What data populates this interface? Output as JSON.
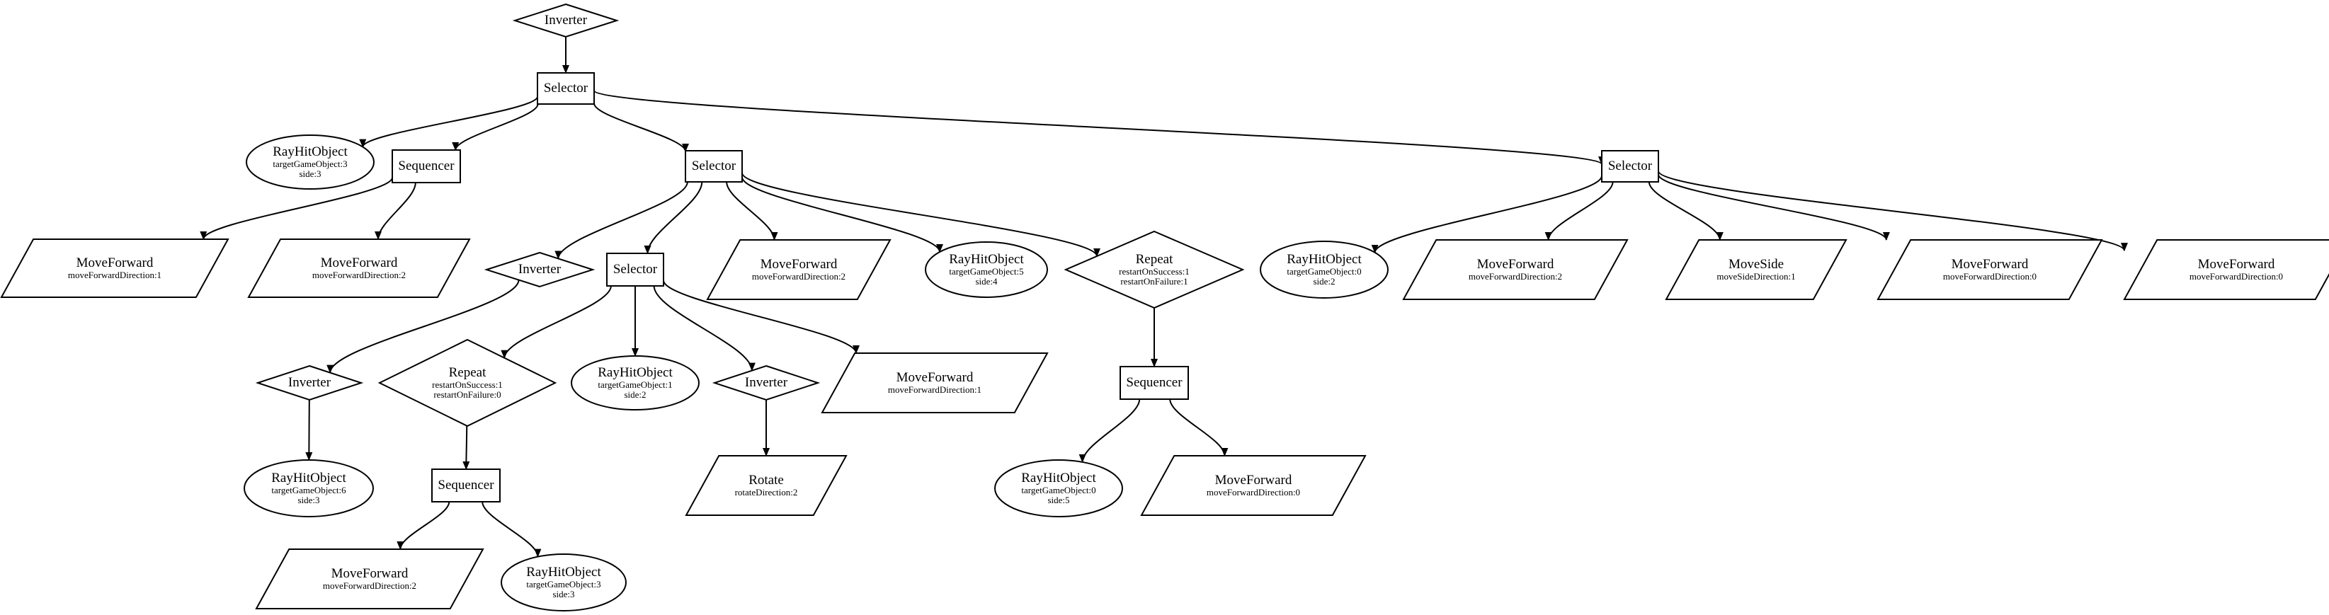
{
  "nodes": {
    "n1": {
      "title": "Inverter",
      "params": []
    },
    "n2": {
      "title": "Selector",
      "params": []
    },
    "n3": {
      "title": "RayHitObject",
      "params": [
        "targetGameObject:3",
        "side:3"
      ]
    },
    "n4": {
      "title": "Sequencer",
      "params": []
    },
    "n5": {
      "title": "MoveForward",
      "params": [
        "moveForwardDirection:1"
      ]
    },
    "n6": {
      "title": "MoveForward",
      "params": [
        "moveForwardDirection:2"
      ]
    },
    "n7": {
      "title": "Selector",
      "params": []
    },
    "n8": {
      "title": "Inverter",
      "params": []
    },
    "n9": {
      "title": "Inverter",
      "params": []
    },
    "n10": {
      "title": "RayHitObject",
      "params": [
        "targetGameObject:6",
        "side:3"
      ]
    },
    "n11": {
      "title": "Selector",
      "params": []
    },
    "n12": {
      "title": "Repeat",
      "params": [
        "restartOnSuccess:1",
        "restartOnFailure:0"
      ]
    },
    "n13": {
      "title": "Sequencer",
      "params": []
    },
    "n14": {
      "title": "MoveForward",
      "params": [
        "moveForwardDirection:2"
      ]
    },
    "n15": {
      "title": "RayHitObject",
      "params": [
        "targetGameObject:3",
        "side:3"
      ]
    },
    "n16": {
      "title": "RayHitObject",
      "params": [
        "targetGameObject:1",
        "side:2"
      ]
    },
    "n17": {
      "title": "Inverter",
      "params": []
    },
    "n18": {
      "title": "Rotate",
      "params": [
        "rotateDirection:2"
      ]
    },
    "n19": {
      "title": "MoveForward",
      "params": [
        "moveForwardDirection:1"
      ]
    },
    "n20": {
      "title": "MoveForward",
      "params": [
        "moveForwardDirection:2"
      ]
    },
    "n21": {
      "title": "RayHitObject",
      "params": [
        "targetGameObject:5",
        "side:4"
      ]
    },
    "n22": {
      "title": "Repeat",
      "params": [
        "restartOnSuccess:1",
        "restartOnFailure:1"
      ]
    },
    "n23": {
      "title": "Sequencer",
      "params": []
    },
    "n24": {
      "title": "RayHitObject",
      "params": [
        "targetGameObject:0",
        "side:5"
      ]
    },
    "n25": {
      "title": "MoveForward",
      "params": [
        "moveForwardDirection:0"
      ]
    },
    "n26": {
      "title": "Selector",
      "params": []
    },
    "n27": {
      "title": "RayHitObject",
      "params": [
        "targetGameObject:0",
        "side:2"
      ]
    },
    "n28": {
      "title": "MoveForward",
      "params": [
        "moveForwardDirection:2"
      ]
    },
    "n29": {
      "title": "MoveSide",
      "params": [
        "moveSideDirection:1"
      ]
    },
    "n30": {
      "title": "MoveForward",
      "params": [
        "moveForwardDirection:0"
      ]
    },
    "n31": {
      "title": "MoveForward",
      "params": [
        "moveForwardDirection:0"
      ]
    }
  },
  "edges": [
    [
      "n1",
      "n2"
    ],
    [
      "n2",
      "n3"
    ],
    [
      "n2",
      "n4"
    ],
    [
      "n2",
      "n7"
    ],
    [
      "n2",
      "n26"
    ],
    [
      "n4",
      "n5"
    ],
    [
      "n4",
      "n6"
    ],
    [
      "n7",
      "n8"
    ],
    [
      "n7",
      "n11"
    ],
    [
      "n7",
      "n20"
    ],
    [
      "n7",
      "n21"
    ],
    [
      "n7",
      "n22"
    ],
    [
      "n8",
      "n9"
    ],
    [
      "n9",
      "n10"
    ],
    [
      "n11",
      "n12"
    ],
    [
      "n11",
      "n16"
    ],
    [
      "n11",
      "n17"
    ],
    [
      "n11",
      "n19"
    ],
    [
      "n12",
      "n13"
    ],
    [
      "n13",
      "n14"
    ],
    [
      "n13",
      "n15"
    ],
    [
      "n17",
      "n18"
    ],
    [
      "n22",
      "n23"
    ],
    [
      "n23",
      "n24"
    ],
    [
      "n23",
      "n25"
    ],
    [
      "n26",
      "n27"
    ],
    [
      "n26",
      "n28"
    ],
    [
      "n26",
      "n29"
    ],
    [
      "n26",
      "n30"
    ],
    [
      "n26",
      "n31"
    ]
  ]
}
